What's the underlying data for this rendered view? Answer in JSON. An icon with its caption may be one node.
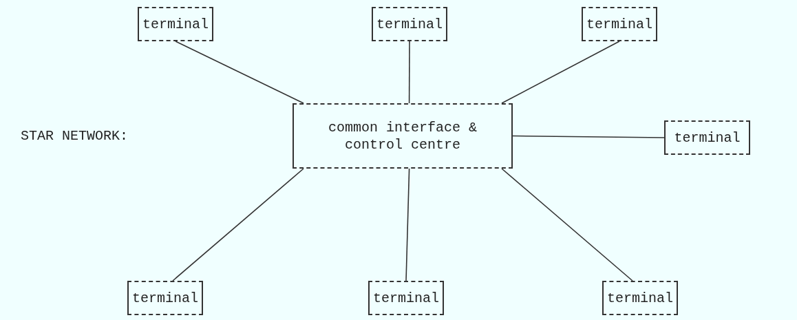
{
  "diagram": {
    "nodes": [
      {
        "text": [
          "common interface & control centre"
        ]
      },
      {
        "text": [
          "terminal"
        ]
      },
      {
        "text": [
          "terminal"
        ]
      },
      {
        "text": [
          "terminal"
        ]
      },
      {
        "text": [
          "terminal"
        ]
      },
      {
        "text": [
          "terminal"
        ]
      },
      {
        "text": [
          "terminal"
        ]
      },
      {
        "text": [
          "terminal"
        ]
      }
    ],
    "edges": [
      {
        "from": 0,
        "to": 1,
        "arrow": "none"
      },
      {
        "from": 0,
        "to": 2,
        "arrow": "none"
      },
      {
        "from": 0,
        "to": 3,
        "arrow": "none"
      },
      {
        "from": 0,
        "to": 4,
        "arrow": "none"
      },
      {
        "from": 0,
        "to": 5,
        "arrow": "none"
      },
      {
        "from": 0,
        "to": 6,
        "arrow": "none"
      },
      {
        "from": 0,
        "to": 7,
        "arrow": "none"
      }
    ],
    "labels": [
      "STAR NETWORK:"
    ]
  }
}
